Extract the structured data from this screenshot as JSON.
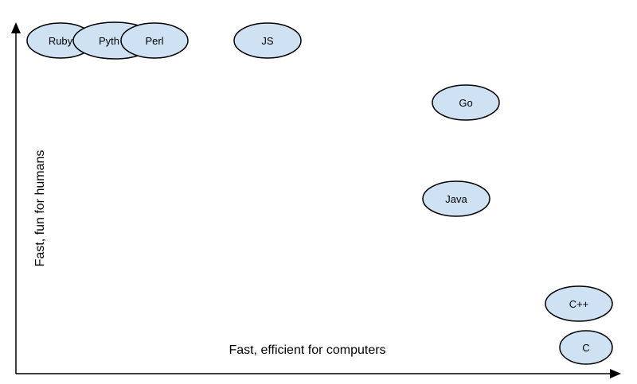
{
  "axes": {
    "x_label": "Fast, efficient for computers",
    "y_label": "Fast, fun for humans"
  },
  "bubbles": [
    {
      "id": "ruby",
      "label": "Ruby"
    },
    {
      "id": "python",
      "label": "Pyth"
    },
    {
      "id": "perl",
      "label": "Perl"
    },
    {
      "id": "js",
      "label": "JS"
    },
    {
      "id": "go",
      "label": "Go"
    },
    {
      "id": "java",
      "label": "Java"
    },
    {
      "id": "cpp",
      "label": "C++"
    },
    {
      "id": "c",
      "label": "C"
    }
  ],
  "colors": {
    "bubble_fill": "#cfe2f3",
    "stroke": "#000000"
  }
}
